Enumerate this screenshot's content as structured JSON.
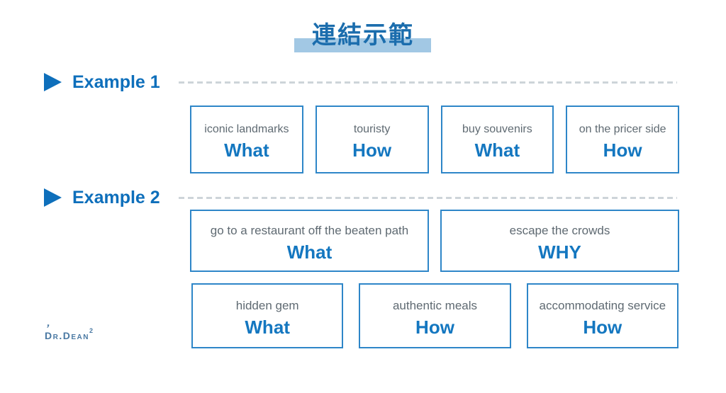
{
  "title": {
    "text": "連結示範"
  },
  "colors": {
    "title_text": "#1b6dad",
    "title_highlight": "#a2c8e4",
    "example_label_blue": "#0e6fbb",
    "box_border_blue": "#2e86c8",
    "keyword_blue": "#1477c0",
    "description_gray": "#5f6a72",
    "dashed_line_gray": "#cdd4d9",
    "logo_blue": "#4a79a3"
  },
  "example1": {
    "label": "Example 1",
    "boxes": [
      {
        "desc": "iconic landmarks",
        "keyword": "What"
      },
      {
        "desc": "touristy",
        "keyword": "How"
      },
      {
        "desc": "buy souvenirs",
        "keyword": "What"
      },
      {
        "desc": "on the pricer side",
        "keyword": "How"
      }
    ]
  },
  "example2": {
    "label": "Example 2",
    "row1": [
      {
        "desc": "go to a restaurant off the beaten path",
        "keyword": "What"
      },
      {
        "desc": "escape the crowds",
        "keyword": "WHY"
      }
    ],
    "row2": [
      {
        "desc": "hidden gem",
        "keyword": "What"
      },
      {
        "desc": "authentic meals",
        "keyword": "How"
      },
      {
        "desc": "accommodating service",
        "keyword": "How"
      }
    ]
  },
  "logo": {
    "mark": "’",
    "text": "Dr.Dean",
    "superscript": "2"
  }
}
